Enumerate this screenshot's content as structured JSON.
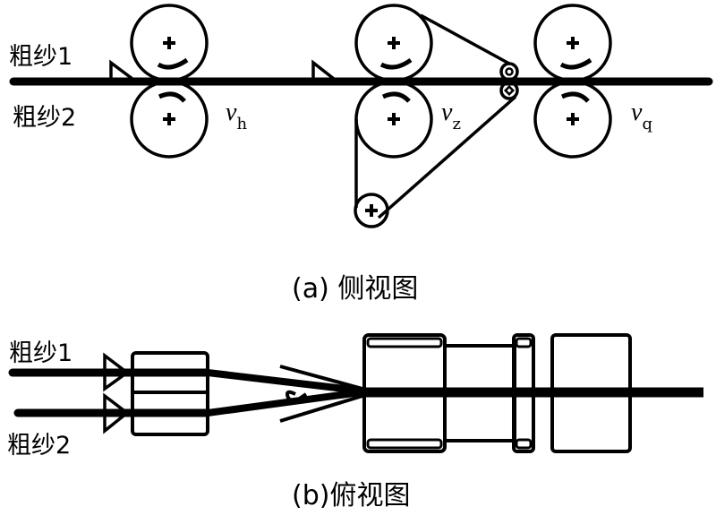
{
  "figure": {
    "side_view": {
      "caption": "(a) 侧视图",
      "roving_1_label": "粗纱1",
      "roving_2_label": "粗纱2",
      "roller_pairs": [
        {
          "id": "back",
          "speed_symbol": "v",
          "speed_subscript": "h"
        },
        {
          "id": "middle",
          "speed_symbol": "v",
          "speed_subscript": "z"
        },
        {
          "id": "front",
          "speed_symbol": "v",
          "speed_subscript": "q"
        }
      ]
    },
    "top_view": {
      "caption": "(b)俯视图",
      "roving_1_label": "粗纱1",
      "roving_2_label": "粗纱2"
    }
  }
}
